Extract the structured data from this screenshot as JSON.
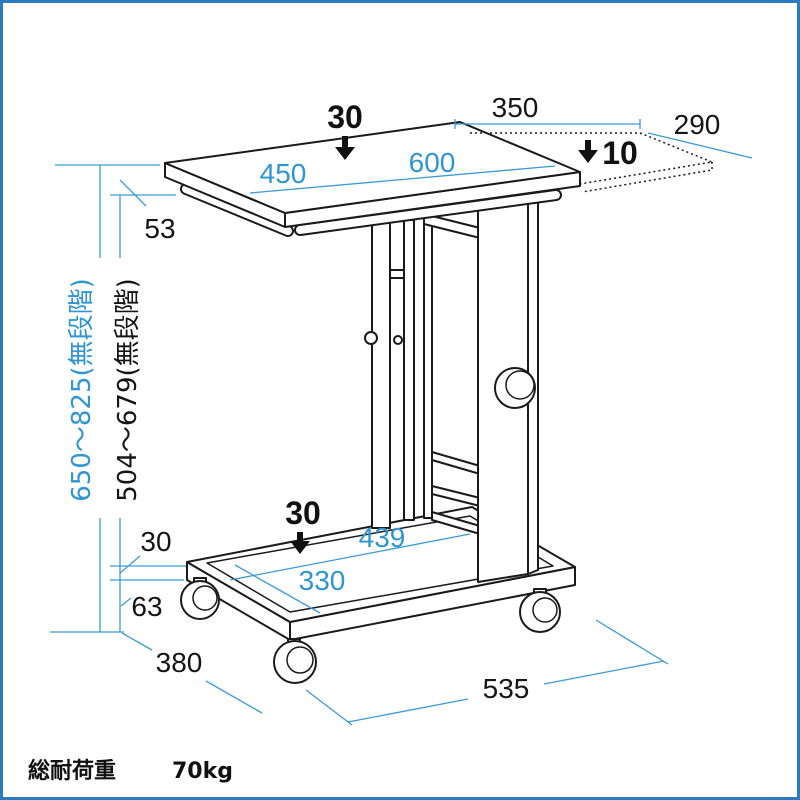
{
  "colors": {
    "frame": "#2a7cc0",
    "dimension": "#3a9ad8",
    "outline": "#1a1a1a"
  },
  "labels": {
    "top_load": "30",
    "extension_width": "350",
    "extension_depth": "290",
    "extension_drop": "10",
    "top_depth": "450",
    "top_width": "600",
    "top_thickness": "53",
    "overall_height": "650～825(無段階)",
    "shelf_height": "504～679(無段階)",
    "shelf_load": "30",
    "shelf_width": "439",
    "shelf_depth": "330",
    "shelf_rim": "30",
    "base_height": "63",
    "base_depth": "380",
    "base_width": "535"
  },
  "footer": {
    "load_label": "総耐荷重",
    "load_value": "70kg"
  }
}
